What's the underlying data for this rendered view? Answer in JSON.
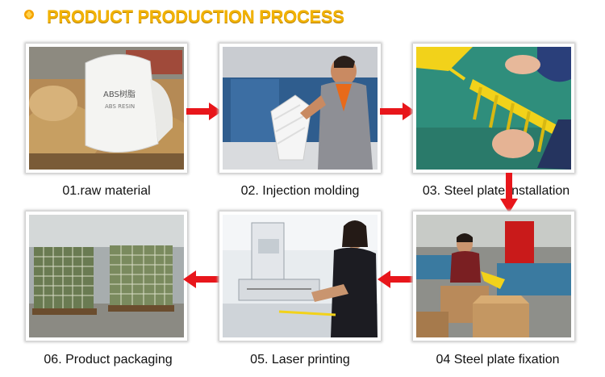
{
  "header": {
    "title": "PRODUCT PRODUCTION PROCESS",
    "bullet_icon": "orange-dot-icon",
    "title_color": "#f2b200"
  },
  "steps": [
    {
      "caption": "01.raw material"
    },
    {
      "caption": "02. Injection molding"
    },
    {
      "caption": "03. Steel plate installation"
    },
    {
      "caption": "04 Steel plate fixation"
    },
    {
      "caption": "05. Laser printing"
    },
    {
      "caption": "06. Product packaging"
    }
  ],
  "photo_labels": {
    "resin_bag_line1": "ABS树脂",
    "resin_bag_line2": "ABS RESIN"
  },
  "arrow_color": "#e8161b",
  "arrow_icon": "red-arrow-icon"
}
